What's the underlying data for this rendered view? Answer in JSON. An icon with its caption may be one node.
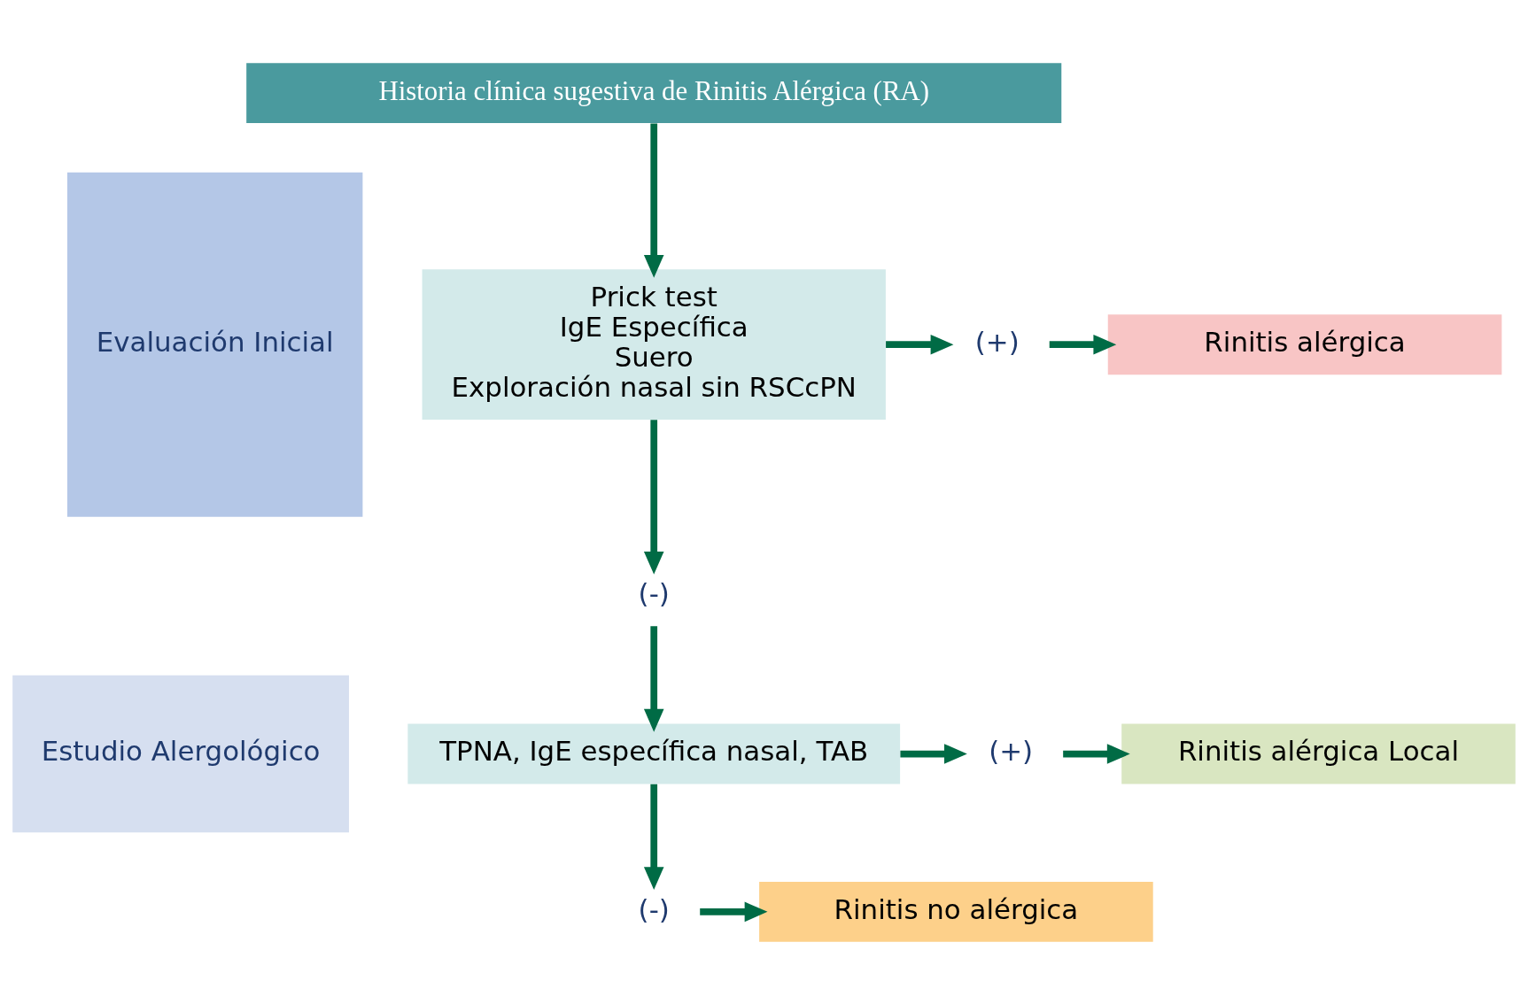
{
  "diagram": {
    "nodes": [
      {
        "text": [
          "Evaluación Inicial"
        ]
      },
      {
        "text": [
          "Estudio Alergológico"
        ]
      },
      {
        "text": [
          "Historia clínica sugestiva de Rinitis Alérgica (RA)"
        ]
      },
      {
        "text": [
          "Prick test",
          "IgE Específica",
          "Suero",
          "Exploración nasal sin RSCcPN"
        ]
      },
      {
        "text": [
          "(+)"
        ]
      },
      {
        "text": [
          "Rinitis alérgica"
        ]
      },
      {
        "text": [
          "(-)"
        ]
      },
      {
        "text": [
          "TPNA, IgE específica nasal, TAB"
        ]
      },
      {
        "text": [
          "(+)"
        ]
      },
      {
        "text": [
          "Rinitis alérgica Local"
        ]
      },
      {
        "text": [
          "(-)"
        ]
      },
      {
        "text": [
          "Rinitis no alérgica"
        ]
      }
    ],
    "edges": [
      {
        "from": 2,
        "to": 3,
        "arrow": "to"
      },
      {
        "from": 3,
        "to": 4,
        "arrow": "to"
      },
      {
        "from": 4,
        "to": 5,
        "arrow": "to"
      },
      {
        "from": 3,
        "to": 6,
        "arrow": "to"
      },
      {
        "from": 6,
        "to": 7,
        "arrow": "to"
      },
      {
        "from": 7,
        "to": 8,
        "arrow": "to"
      },
      {
        "from": 8,
        "to": 9,
        "arrow": "to"
      },
      {
        "from": 7,
        "to": 10,
        "arrow": "to"
      },
      {
        "from": 10,
        "to": 11,
        "arrow": "to"
      }
    ]
  }
}
